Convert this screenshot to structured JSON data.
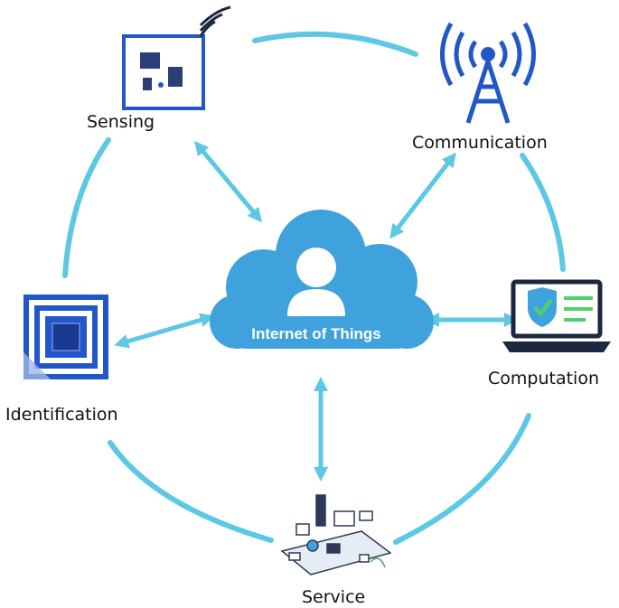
{
  "center": {
    "label": "Internet of Things"
  },
  "nodes": {
    "sensing": "Sensing",
    "communication": "Communication",
    "computation": "Computation",
    "identification": "Identification",
    "service": "Service"
  },
  "colors": {
    "ring": "#5cc8e6",
    "cloud": "#3fa2dc",
    "icon_blue": "#2257c8",
    "icon_dark": "#1c2740",
    "check_green": "#4fd16a"
  },
  "icons": {
    "sensing": "sensor-board-icon",
    "communication": "antenna-tower-icon",
    "computation": "laptop-shield-icon",
    "identification": "rfid-tag-icon",
    "service": "connected-devices-icon"
  }
}
